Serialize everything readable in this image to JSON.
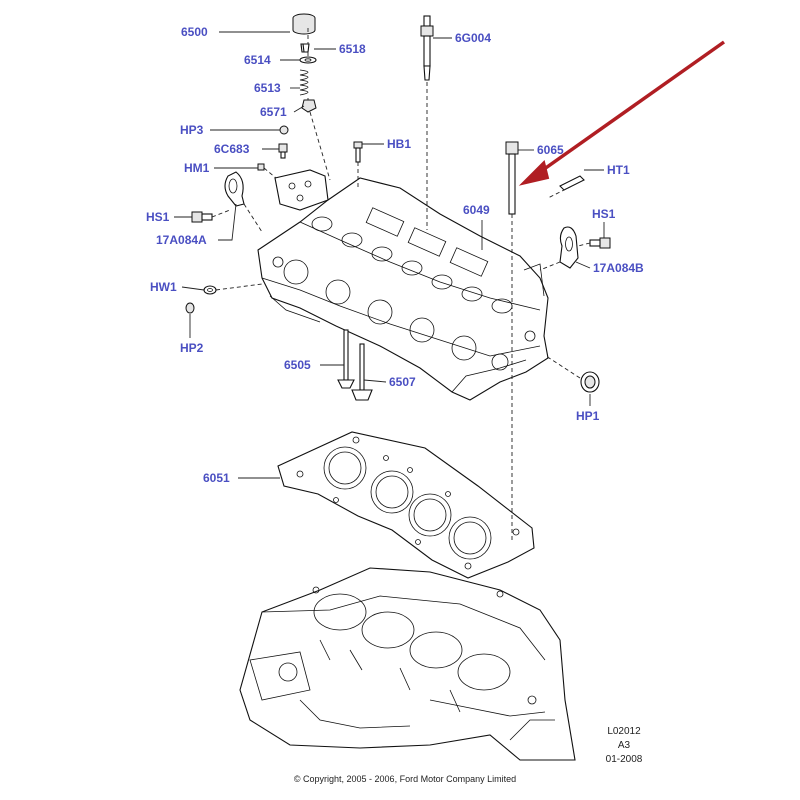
{
  "callouts": {
    "c6500": "6500",
    "c6514": "6514",
    "c6518": "6518",
    "c6513": "6513",
    "c6571": "6571",
    "cHP3": "HP3",
    "c6C683": "6C683",
    "cHM1": "HM1",
    "cHS1_left": "HS1",
    "c17A084A": "17A084A",
    "cHW1": "HW1",
    "cHP2": "HP2",
    "c6G004": "6G004",
    "cHB1": "HB1",
    "c6065": "6065",
    "cHT1": "HT1",
    "c6049": "6049",
    "cHS1_right": "HS1",
    "c17A084B": "17A084B",
    "c6505": "6505",
    "c6507": "6507",
    "cHP1": "HP1",
    "c6051": "6051"
  },
  "drawing_ref": {
    "code": "L02012",
    "sheet": "A3",
    "date": "01-2008"
  },
  "copyright": "© Copyright, 2005 - 2006, Ford Motor Company Limited",
  "colors": {
    "callout_text": "#4a4fc2",
    "arrow": "#b01e23",
    "line": "#111111"
  }
}
